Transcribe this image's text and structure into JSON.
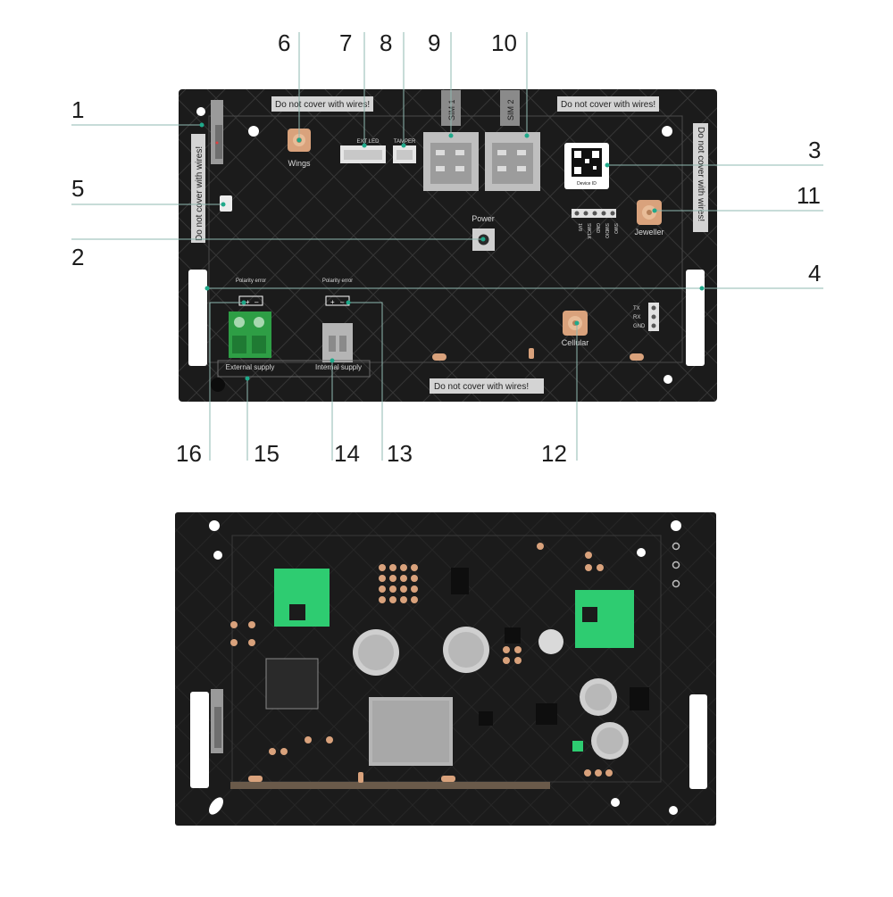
{
  "callouts": {
    "n1": "1",
    "n2": "2",
    "n3": "3",
    "n4": "4",
    "n5": "5",
    "n6": "6",
    "n7": "7",
    "n8": "8",
    "n9": "9",
    "n10": "10",
    "n11": "11",
    "n12": "12",
    "n13": "13",
    "n14": "14",
    "n15": "15",
    "n16": "16"
  },
  "board_labels": {
    "warning": "Do not cover with wires!",
    "sim1": "SIM 1",
    "sim2": "SIM 2",
    "wings": "Wings",
    "ext_led": "EXT LED",
    "tamper": "TAMPER",
    "device_id": "Device ID",
    "power": "Power",
    "jeweller": "Jeweller",
    "cellular": "Cellular",
    "polarity_error": "Polarity error",
    "external_supply": "External supply",
    "internal_supply": "Internal supply",
    "tx": "TX",
    "rx": "RX",
    "gnd": "GND",
    "pin_v18": "1V8",
    "pin_swclk": "SWCLK",
    "pin_gnd": "GND",
    "pin_swdio": "SWDIO",
    "pin_swo": "SWO"
  },
  "colors": {
    "board": "#1b1b1b",
    "board_edge": "#2a2a2a",
    "pattern": "#3a3a3a",
    "label_bg": "#d4d4d4",
    "copper": "#d9a27c",
    "terminal_green": "#2e9e45",
    "chip_green": "#2ecc71",
    "leader": "#8fb8b0",
    "dot": "#1fa98a",
    "sim_metal": "#bfbfbf"
  }
}
